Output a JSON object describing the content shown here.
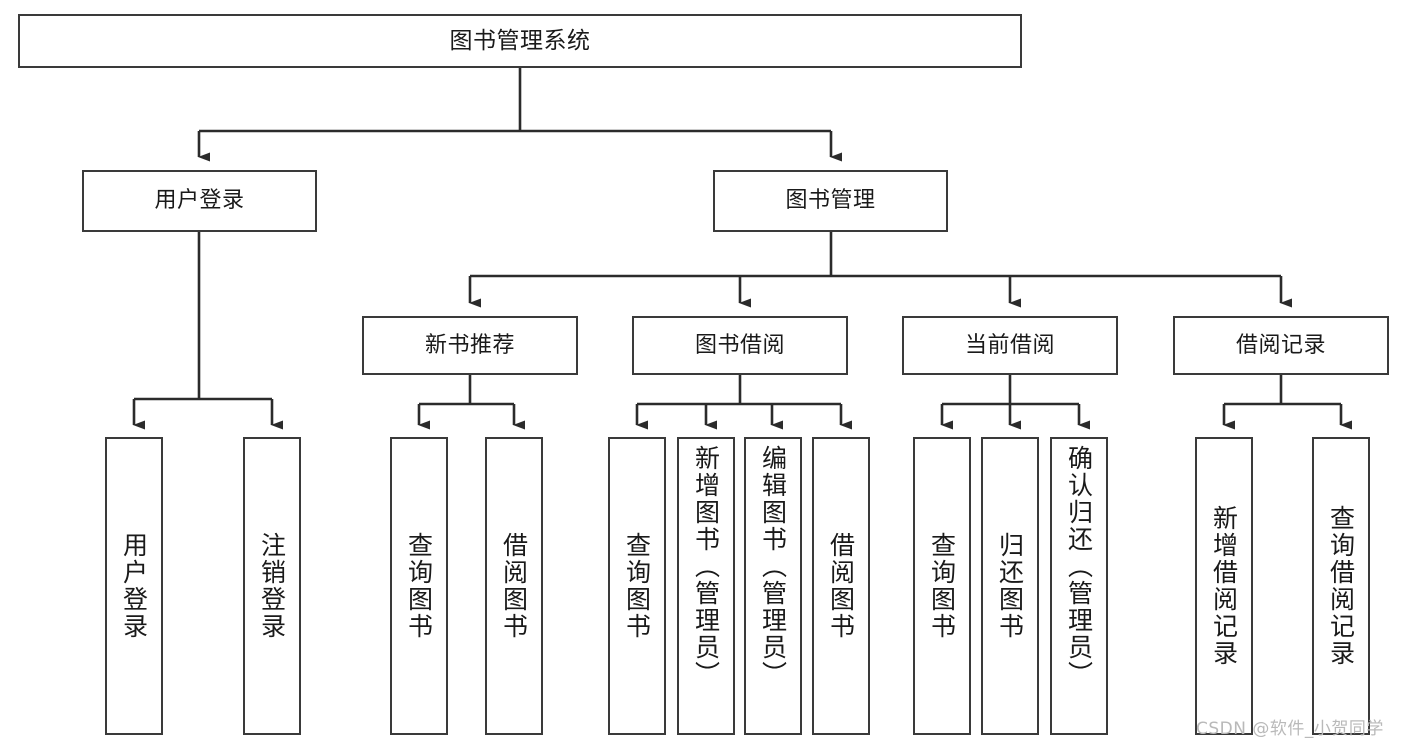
{
  "diagram": {
    "type": "tree",
    "title": "图书管理系统",
    "background": "#ffffff",
    "box_border_color": "#3a3a3a",
    "edge_color": "#2b2b2b",
    "nodes": {
      "root": {
        "label": "图书管理系统"
      },
      "level2": [
        {
          "id": "user-login",
          "label": "用户登录"
        },
        {
          "id": "book-manage",
          "label": "图书管理"
        }
      ],
      "level3": [
        {
          "id": "new-book-recommend",
          "label": "新书推荐"
        },
        {
          "id": "book-borrow",
          "label": "图书借阅"
        },
        {
          "id": "current-borrow",
          "label": "当前借阅"
        },
        {
          "id": "borrow-record",
          "label": "借阅记录"
        }
      ],
      "leaves": {
        "user_login": [
          {
            "id": "leaf-user-login",
            "label": "用户登录"
          },
          {
            "id": "leaf-logout-login",
            "label": "注销登录"
          }
        ],
        "new_book_recommend": [
          {
            "id": "leaf-query-book-1",
            "label": "查询图书"
          },
          {
            "id": "leaf-borrow-book-1",
            "label": "借阅图书"
          }
        ],
        "book_borrow": [
          {
            "id": "leaf-query-book-2",
            "label": "查询图书"
          },
          {
            "id": "leaf-add-book",
            "label": "新增图书（管理员）"
          },
          {
            "id": "leaf-edit-book",
            "label": "编辑图书（管理员）"
          },
          {
            "id": "leaf-borrow-book-2",
            "label": "借阅图书"
          }
        ],
        "current_borrow": [
          {
            "id": "leaf-query-book-3",
            "label": "查询图书"
          },
          {
            "id": "leaf-return-book",
            "label": "归还图书"
          },
          {
            "id": "leaf-confirm-return",
            "label": "确认归还（管理员）"
          }
        ],
        "borrow_record": [
          {
            "id": "leaf-add-record",
            "label": "新增借阅记录"
          },
          {
            "id": "leaf-query-record",
            "label": "查询借阅记录"
          }
        ]
      }
    }
  },
  "watermark": {
    "text": "CSDN @软件_小贺同学"
  }
}
